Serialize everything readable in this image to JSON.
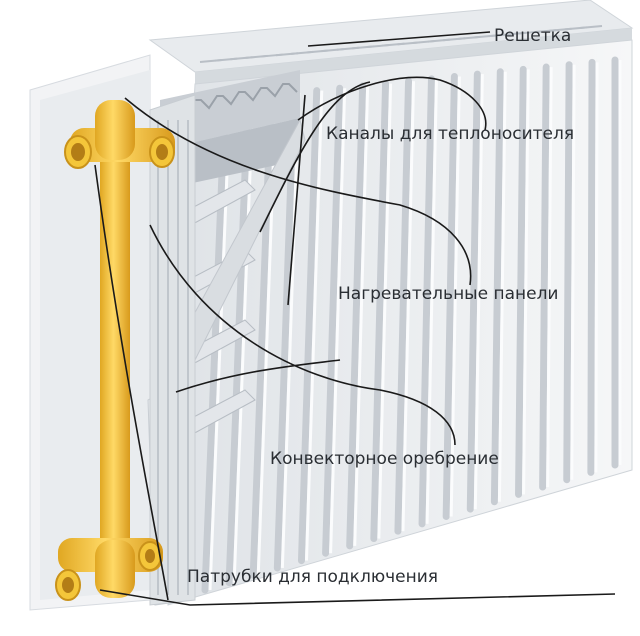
{
  "labels": {
    "grille": "Решетка",
    "channels": "Каналы для теплоносителя",
    "panels": "Нагревательные панели",
    "fins": "Конвекторное оребрение",
    "pipes": "Патрубки для подключения"
  },
  "colors": {
    "pipe": "#f2c12e",
    "pipe_highlight": "#ffe27a",
    "pipe_shadow": "#c9921a",
    "panel": "#eef0f2",
    "fin": "#cdd2d8",
    "leader": "#1a1a1a"
  }
}
